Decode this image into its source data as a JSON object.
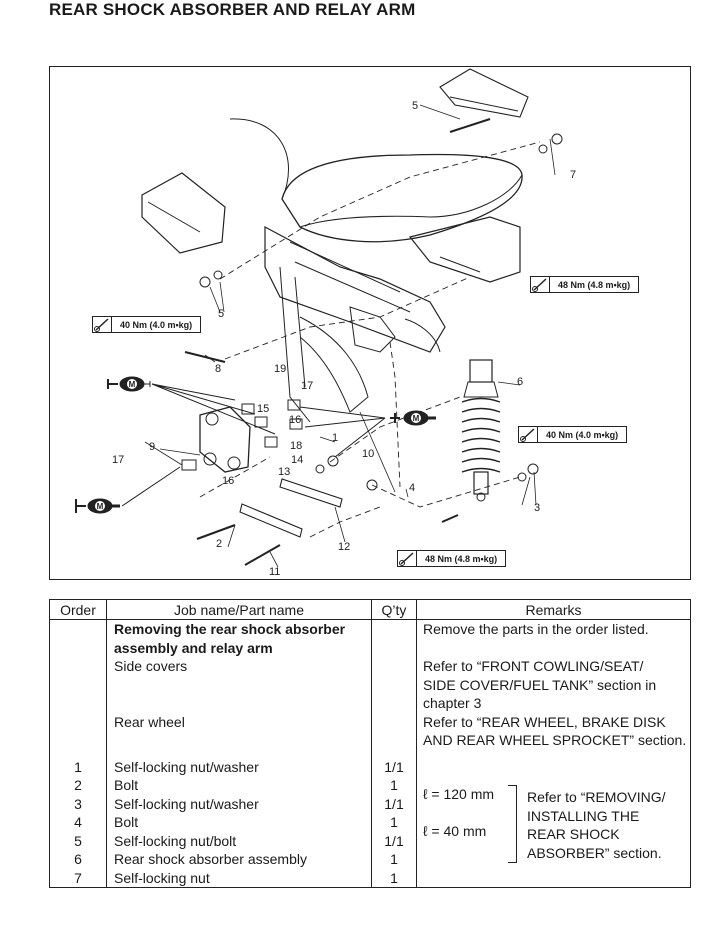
{
  "page": {
    "title": "REAR SHOCK ABSORBER AND RELAY ARM"
  },
  "figure": {
    "torque_labels": [
      "40 Nm (4.0 m•kg)",
      "48 Nm (4.8 m•kg)",
      "40 Nm (4.0 m•kg)",
      "48 Nm (4.8 m•kg)"
    ],
    "callouts": [
      "1",
      "2",
      "3",
      "4",
      "5",
      "5",
      "6",
      "7",
      "8",
      "9",
      "10",
      "11",
      "12",
      "13",
      "14",
      "15",
      "16",
      "16",
      "17",
      "17",
      "18",
      "19"
    ],
    "lube_symbol": "M",
    "icons": [
      "torque-wrench-icon",
      "molybdenum-grease-gun-icon"
    ]
  },
  "table": {
    "headers": {
      "order": "Order",
      "job": "Job name/Part name",
      "qty": "Q’ty",
      "remarks": "Remarks"
    },
    "order_col": [
      "",
      "",
      "",
      "",
      "",
      "",
      "",
      "1",
      "2",
      "3",
      "4",
      "5",
      "6",
      "7"
    ],
    "job_col": [
      "Removing the rear shock absorber",
      "assembly and relay arm",
      "Side covers",
      "",
      "",
      "",
      "Rear wheel",
      "",
      "Self-locking nut/washer",
      "Bolt",
      "Self-locking nut/washer",
      "Bolt",
      "Self-locking nut/bolt",
      "Rear shock absorber assembly",
      "Self-locking nut"
    ],
    "qty_col": [
      "",
      "",
      "",
      "",
      "",
      "",
      "",
      "",
      "1/1",
      "1",
      "1/1",
      "1",
      "1/1",
      "1",
      "1"
    ],
    "remarks_col": [
      "Remove the parts in the order listed.",
      "",
      "Refer to “FRONT COWLING/SEAT/",
      "SIDE COVER/FUEL TANK” section in",
      "chapter 3",
      "Refer to “REAR WHEEL, BRAKE DISK",
      "AND REAR WHEEL SPROCKET” section."
    ],
    "sizes": [
      "ℓ = 120 mm",
      "ℓ = 40 mm"
    ],
    "ref_note": [
      "Refer to “REMOVING/",
      "INSTALLING THE",
      "REAR SHOCK",
      "ABSORBER” section."
    ]
  }
}
